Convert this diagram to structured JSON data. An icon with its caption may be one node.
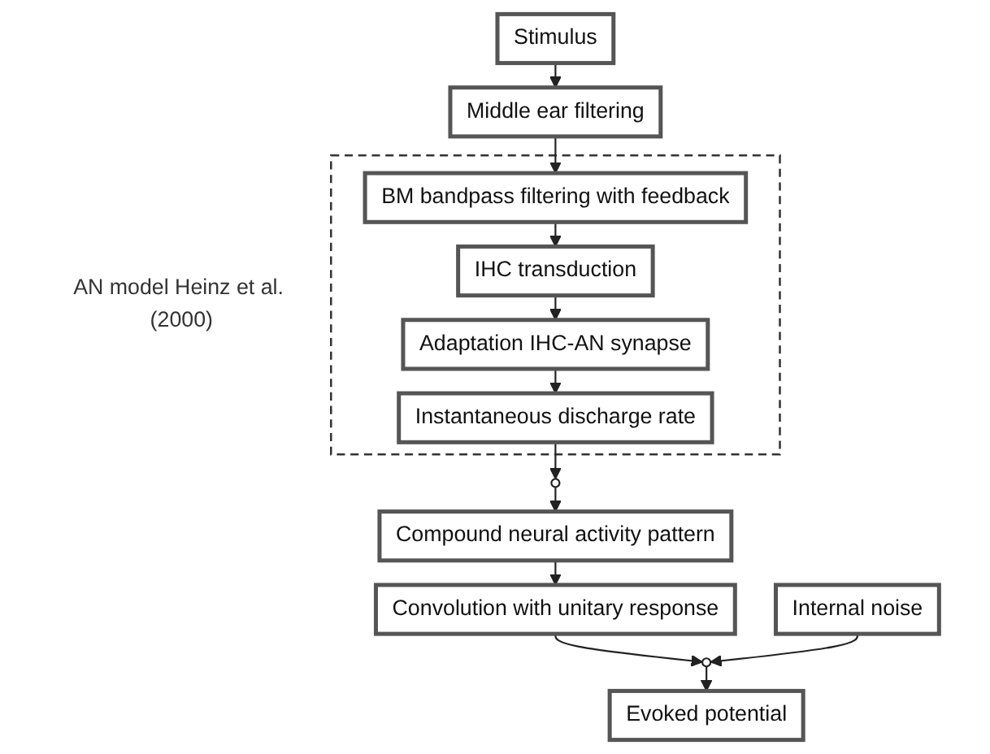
{
  "diagram": {
    "nodes": [
      {
        "text": [
          "Stimulus"
        ]
      },
      {
        "text": [
          "Middle ear filtering"
        ]
      },
      {
        "text": [
          "AN model Heinz et al. (2000)"
        ]
      },
      {
        "text": [
          "BM bandpass filtering with feedback"
        ],
        "in": 2
      },
      {
        "text": [
          "IHC transduction"
        ],
        "in": 2
      },
      {
        "text": [
          "Adaptation IHC-AN synapse"
        ],
        "in": 2
      },
      {
        "text": [
          "Instantaneous discharge rate"
        ],
        "in": 2
      },
      {
        "text": [],
        "shape": "circle"
      },
      {
        "text": [
          "Compound neural activity pattern"
        ]
      },
      {
        "text": [
          "Convolution with unitary response"
        ]
      },
      {
        "text": [],
        "shape": "circle"
      },
      {
        "text": [
          "Internal noise"
        ]
      },
      {
        "text": [
          "Evoked potential"
        ]
      }
    ],
    "edges": [
      {
        "from": 0,
        "to": 1,
        "arrow": "to"
      },
      {
        "from": 1,
        "to": 3,
        "arrow": "to"
      },
      {
        "from": 3,
        "to": 4,
        "arrow": "to"
      },
      {
        "from": 4,
        "to": 5,
        "arrow": "to"
      },
      {
        "from": 5,
        "to": 6,
        "arrow": "to"
      },
      {
        "from": 6,
        "to": 7,
        "arrow": "to"
      },
      {
        "from": 7,
        "to": 8,
        "arrow": "to"
      },
      {
        "from": 8,
        "to": 9,
        "arrow": "to"
      },
      {
        "from": 9,
        "to": 10,
        "arrow": "to"
      },
      {
        "from": 11,
        "to": 10,
        "arrow": "to"
      },
      {
        "from": 10,
        "to": 12,
        "arrow": "to"
      }
    ]
  }
}
